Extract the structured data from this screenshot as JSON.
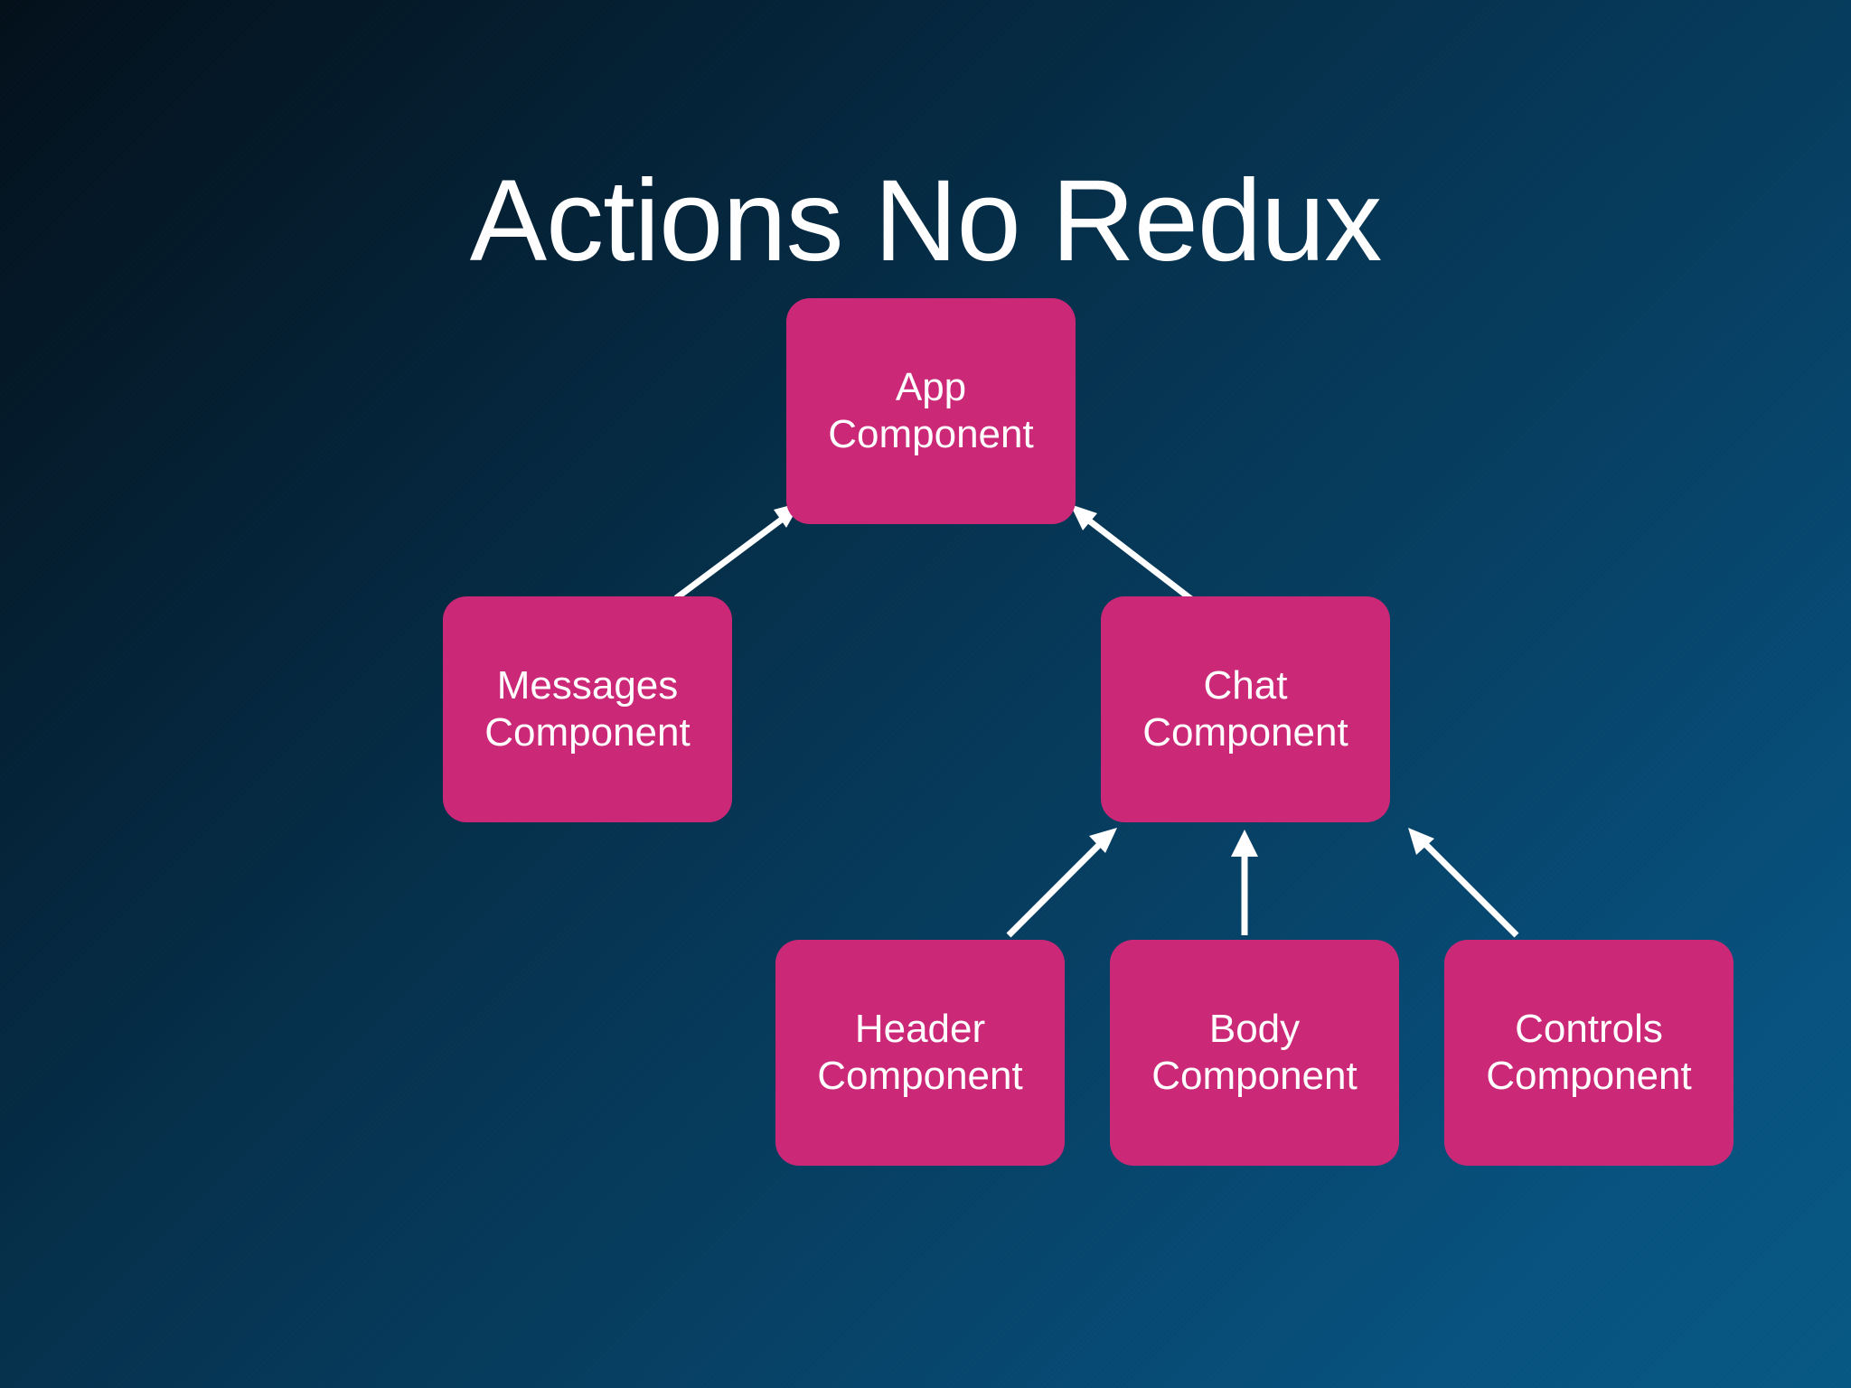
{
  "slide": {
    "title": "Actions No Redux",
    "background": {
      "from": "#03101a",
      "to": "#075884"
    },
    "node_color": "#cc2878",
    "text_color": "#ffffff",
    "edge_color": "#ffffff"
  },
  "nodes": [
    {
      "id": "app",
      "line1": "App",
      "line2": "Component"
    },
    {
      "id": "messages",
      "line1": "Messages",
      "line2": "Component"
    },
    {
      "id": "chat",
      "line1": "Chat",
      "line2": "Component"
    },
    {
      "id": "header",
      "line1": "Header",
      "line2": "Component"
    },
    {
      "id": "body",
      "line1": "Body",
      "line2": "Component"
    },
    {
      "id": "controls",
      "line1": "Controls",
      "line2": "Component"
    }
  ],
  "edges": [
    {
      "id": "messages-to-app",
      "from": "messages",
      "to": "app",
      "direction": "up-right"
    },
    {
      "id": "chat-to-app",
      "from": "chat",
      "to": "app",
      "direction": "up-left"
    },
    {
      "id": "header-to-chat",
      "from": "header",
      "to": "chat",
      "direction": "up-right"
    },
    {
      "id": "body-to-chat",
      "from": "body",
      "to": "chat",
      "direction": "up"
    },
    {
      "id": "controls-to-chat",
      "from": "controls",
      "to": "chat",
      "direction": "up-left"
    }
  ]
}
